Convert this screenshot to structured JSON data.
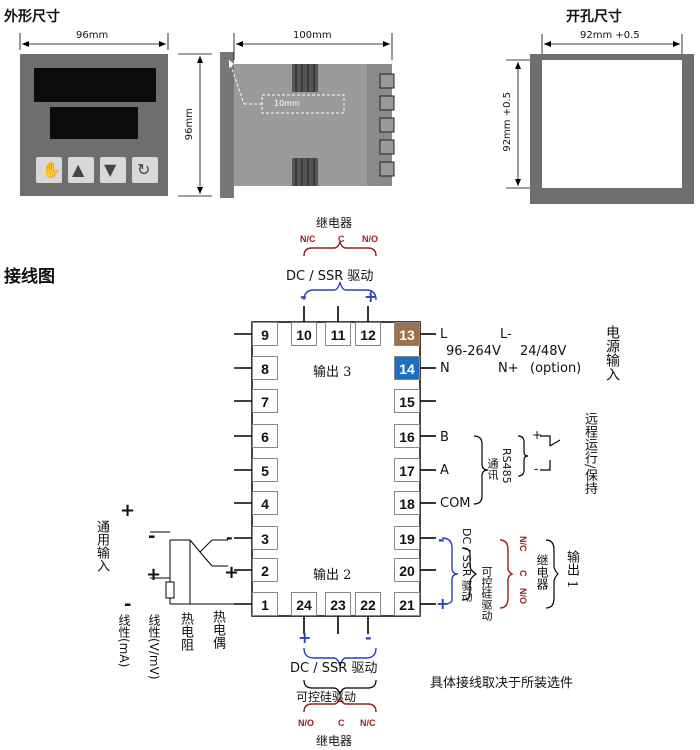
{
  "headings": {
    "outline": "外形尺寸",
    "cutout": "开孔尺寸",
    "wiring": "接线图"
  },
  "dims": {
    "front_width": "96mm",
    "front_height": "96mm",
    "depth": "100mm",
    "depth_inner": "10mm",
    "cutout_width": "92mm +0.5",
    "cutout_height": "92mm +0.5"
  },
  "terminals": {
    "left": [
      "9",
      "8",
      "7",
      "6",
      "5",
      "4",
      "3",
      "2",
      "1"
    ],
    "top": [
      "10",
      "11",
      "12"
    ],
    "right": [
      "13",
      "14",
      "15",
      "16",
      "17",
      "18",
      "19",
      "20",
      "21"
    ],
    "bottom": [
      "24",
      "23",
      "22"
    ]
  },
  "colors": {
    "t13": "#a0704a",
    "t14": "#1e6fc0",
    "relay": "#9b1c1c",
    "dc": "#2b3fbf"
  },
  "labels": {
    "output3": "输出 3",
    "output2": "输出 2",
    "relay_top": "继电器",
    "relay_top_nc": "N/C",
    "relay_top_c": "C",
    "relay_top_no": "N/O",
    "dc_top": "DC / SSR 驱动",
    "plus": "+",
    "minus": "-",
    "power_L": "L",
    "power_N": "N",
    "power_Lminus": "L-",
    "power_range": "96-264V",
    "power_low": "24/48V",
    "power_nplus": "N+",
    "power_option": "(option)",
    "power_input": "电源输入",
    "comm_B": "B",
    "comm_A": "A",
    "comm_COM": "COM",
    "rs485": "RS485",
    "comm": "通讯",
    "remote": "远程运行/保持",
    "dc_right": "DC / SSR 驱动",
    "scr_right": "可控硅驱动",
    "relay_right_nc": "N/C",
    "relay_right_c": "C",
    "relay_right_no": "N/O",
    "relay_right": "继电器",
    "output1": "输出 1",
    "universal_input": "通用输入",
    "thermocouple": "热电偶",
    "rtd": "热电阻",
    "linear_v": "线性(V/mV)",
    "linear_ma": "线性(mA)",
    "dc_bottom": "DC / SSR 驱动",
    "scr_bottom": "可控硅驱动",
    "relay_bottom_no": "N/O",
    "relay_bottom_c": "C",
    "relay_bottom_nc": "N/C",
    "relay_bottom": "继电器",
    "note": "具体接线取决于所装选件"
  },
  "icons": {
    "btn1": "hand-icon",
    "btn2": "up-triangle-icon",
    "btn3": "down-triangle-icon",
    "btn4": "refresh-icon"
  }
}
